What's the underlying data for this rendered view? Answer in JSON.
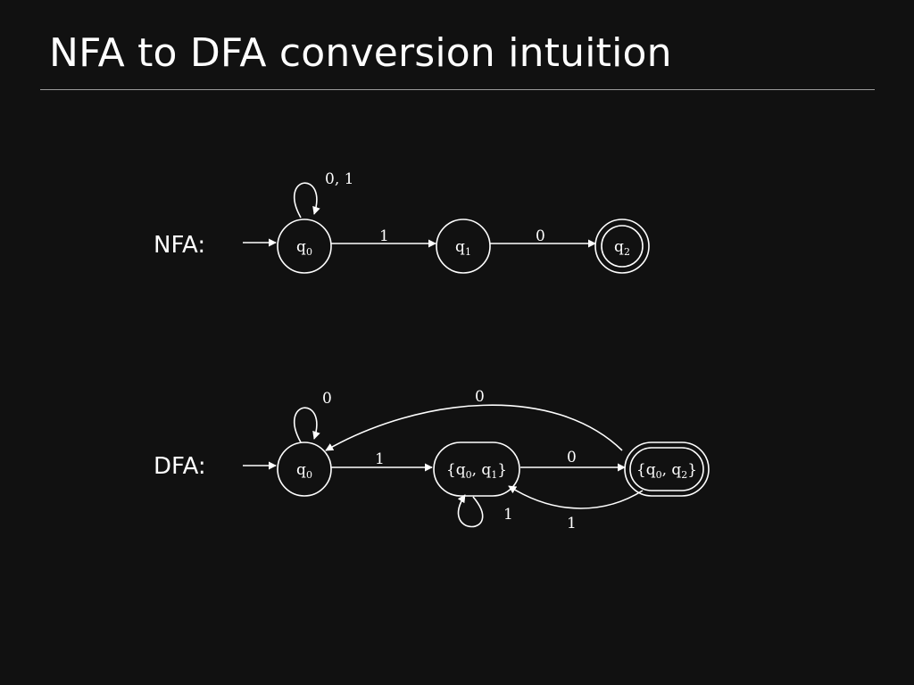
{
  "title": "NFA to DFA conversion intuition",
  "nfa": {
    "label": "NFA:",
    "states": [
      {
        "id": "q0",
        "base": "q",
        "sub": "0",
        "accepting": false,
        "start": true
      },
      {
        "id": "q1",
        "base": "q",
        "sub": "1",
        "accepting": false,
        "start": false
      },
      {
        "id": "q2",
        "base": "q",
        "sub": "2",
        "accepting": true,
        "start": false
      }
    ],
    "transitions": [
      {
        "from": "q0",
        "to": "q0",
        "label": "0, 1"
      },
      {
        "from": "q0",
        "to": "q1",
        "label": "1"
      },
      {
        "from": "q1",
        "to": "q2",
        "label": "0"
      }
    ]
  },
  "dfa": {
    "label": "DFA:",
    "states": [
      {
        "id": "d0",
        "text": "q",
        "sub1": "0",
        "accepting": false,
        "start": true
      },
      {
        "id": "d01",
        "open": "{q",
        "sub1": "0",
        "mid": ", q",
        "sub2": "1",
        "close": "}",
        "accepting": false,
        "start": false
      },
      {
        "id": "d02",
        "open": "{q",
        "sub1": "0",
        "mid": ", q",
        "sub2": "2",
        "close": "}",
        "accepting": true,
        "start": false
      }
    ],
    "transitions": [
      {
        "from": "d0",
        "to": "d0",
        "label": "0"
      },
      {
        "from": "d0",
        "to": "d01",
        "label": "1"
      },
      {
        "from": "d01",
        "to": "d01",
        "label": "1"
      },
      {
        "from": "d01",
        "to": "d02",
        "label": "0"
      },
      {
        "from": "d02",
        "to": "d0",
        "label": "0"
      },
      {
        "from": "d02",
        "to": "d01",
        "label": "1"
      }
    ]
  }
}
